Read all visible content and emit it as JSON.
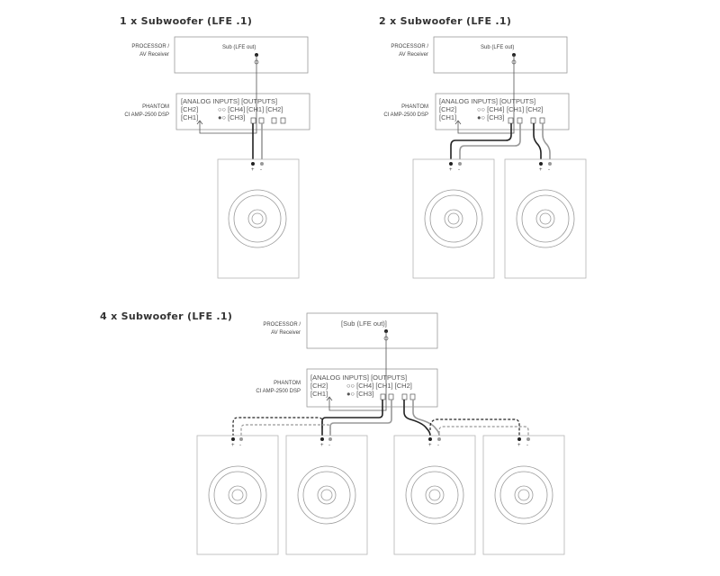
{
  "diagrams": [
    {
      "title": "1 x Subwoofer (LFE .1)",
      "processor_label_1": "PROCESSOR /",
      "processor_label_2": "AV Receiver",
      "sub_out": "Sub (LFE out)",
      "amp_label_1": "PHANTOM",
      "amp_label_2": "CI AMP-2500 DSP",
      "inputs_header": "[ANALOG INPUTS] [OUTPUTS]",
      "row_ch2": "[CH2]",
      "row_ch1": "[CH1]",
      "ch4": "○○ [CH4]",
      "ch3": "●○ [CH3]",
      "out_ch": "[CH1] [CH2]"
    },
    {
      "title": "2 x Subwoofer (LFE .1)",
      "processor_label_1": "PROCESSOR /",
      "processor_label_2": "AV Receiver",
      "sub_out": "Sub (LFE out)",
      "amp_label_1": "PHANTOM",
      "amp_label_2": "CI AMP-2500 DSP",
      "inputs_header": "[ANALOG INPUTS] [OUTPUTS]",
      "row_ch2": "[CH2]",
      "row_ch1": "[CH1]",
      "ch4": "○○ [CH4]",
      "ch3": "●○ [CH3]",
      "out_ch": "[CH1] [CH2]"
    },
    {
      "title": "4 x Subwoofer (LFE .1)",
      "processor_label_1": "PROCESSOR /",
      "processor_label_2": "AV Receiver",
      "sub_out": "[Sub (LFE out)]",
      "amp_label_1": "PHANTOM",
      "amp_label_2": "CI AMP-2500 DSP",
      "inputs_header": "[ANALOG INPUTS] [OUTPUTS]",
      "row_ch2": "[CH2]",
      "row_ch1": "[CH1]",
      "ch4": "○○ [CH4] [CH1] [CH2]",
      "ch3": "●○ [CH3]",
      "out_ch": ""
    }
  ],
  "polarity": {
    "plus": "+",
    "minus": "-"
  },
  "colors": {
    "positive_wire": "#222222",
    "negative_wire": "#999999",
    "outline": "#9a9a9a"
  }
}
